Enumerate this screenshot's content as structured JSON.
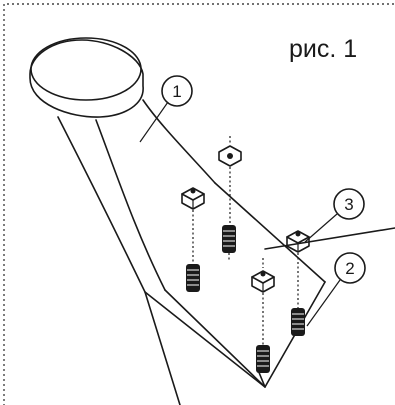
{
  "figure": {
    "label": "рис. 1",
    "callouts": [
      {
        "number": "1"
      },
      {
        "number": "2"
      },
      {
        "number": "3"
      }
    ]
  }
}
